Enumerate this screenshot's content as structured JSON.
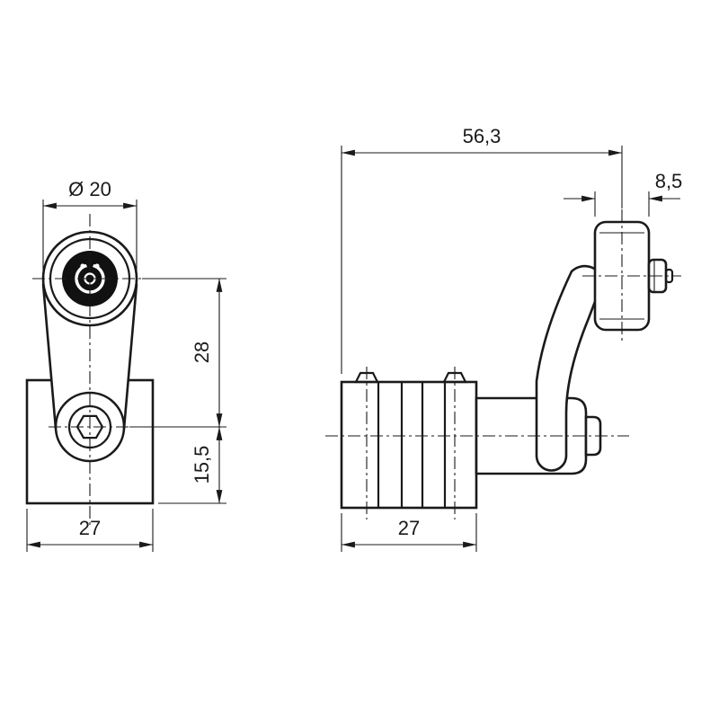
{
  "drawing": {
    "dimensions": {
      "roller_diameter": "Ø 20",
      "overall_depth": "56,3",
      "roller_width": "8,5",
      "roller_center_to_pivot": "28",
      "pivot_to_base": "15,5",
      "front_body_width": "27",
      "side_body_width": "27"
    },
    "colors": {
      "line": "#1a1a1a",
      "background": "#ffffff",
      "roller_core": "#111111"
    }
  }
}
